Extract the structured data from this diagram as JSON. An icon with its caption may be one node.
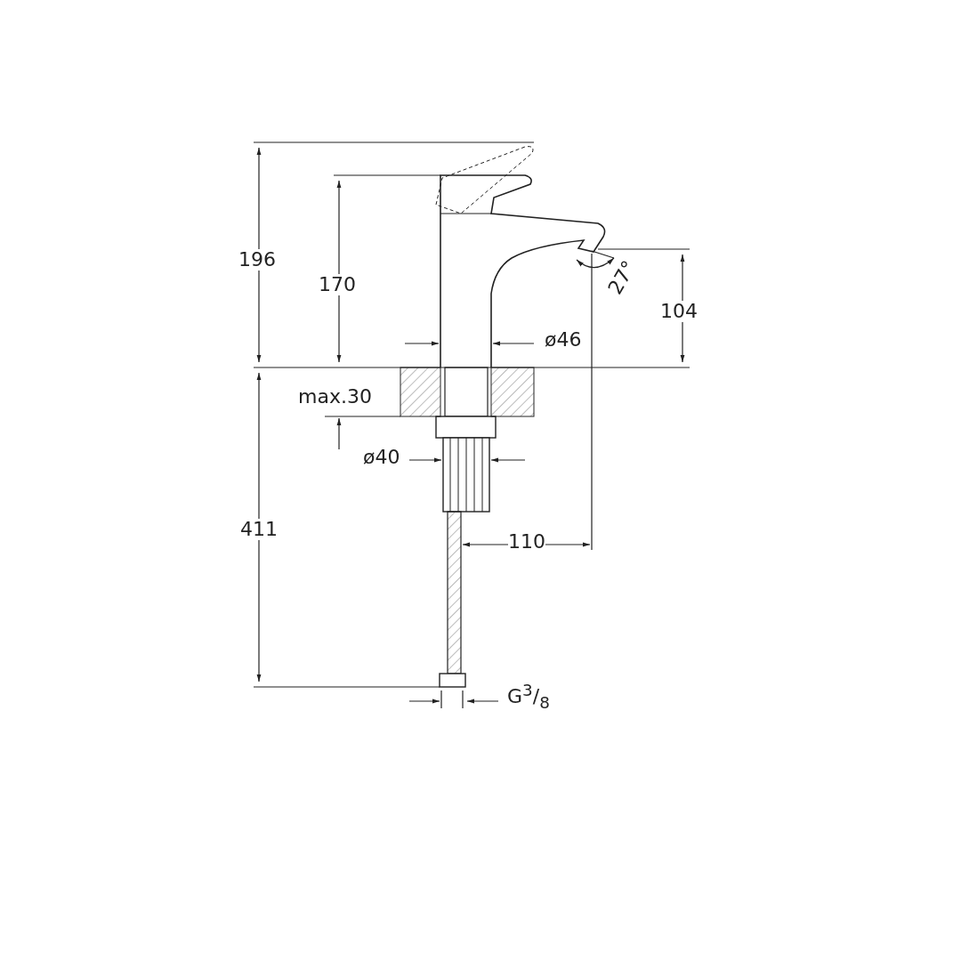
{
  "diagram": {
    "labels": [
      "196",
      "170",
      "27°",
      "104",
      "ø46",
      "max.30",
      "ø40",
      "411",
      "110",
      "G$^{3}$/$_{8}$"
    ]
  }
}
